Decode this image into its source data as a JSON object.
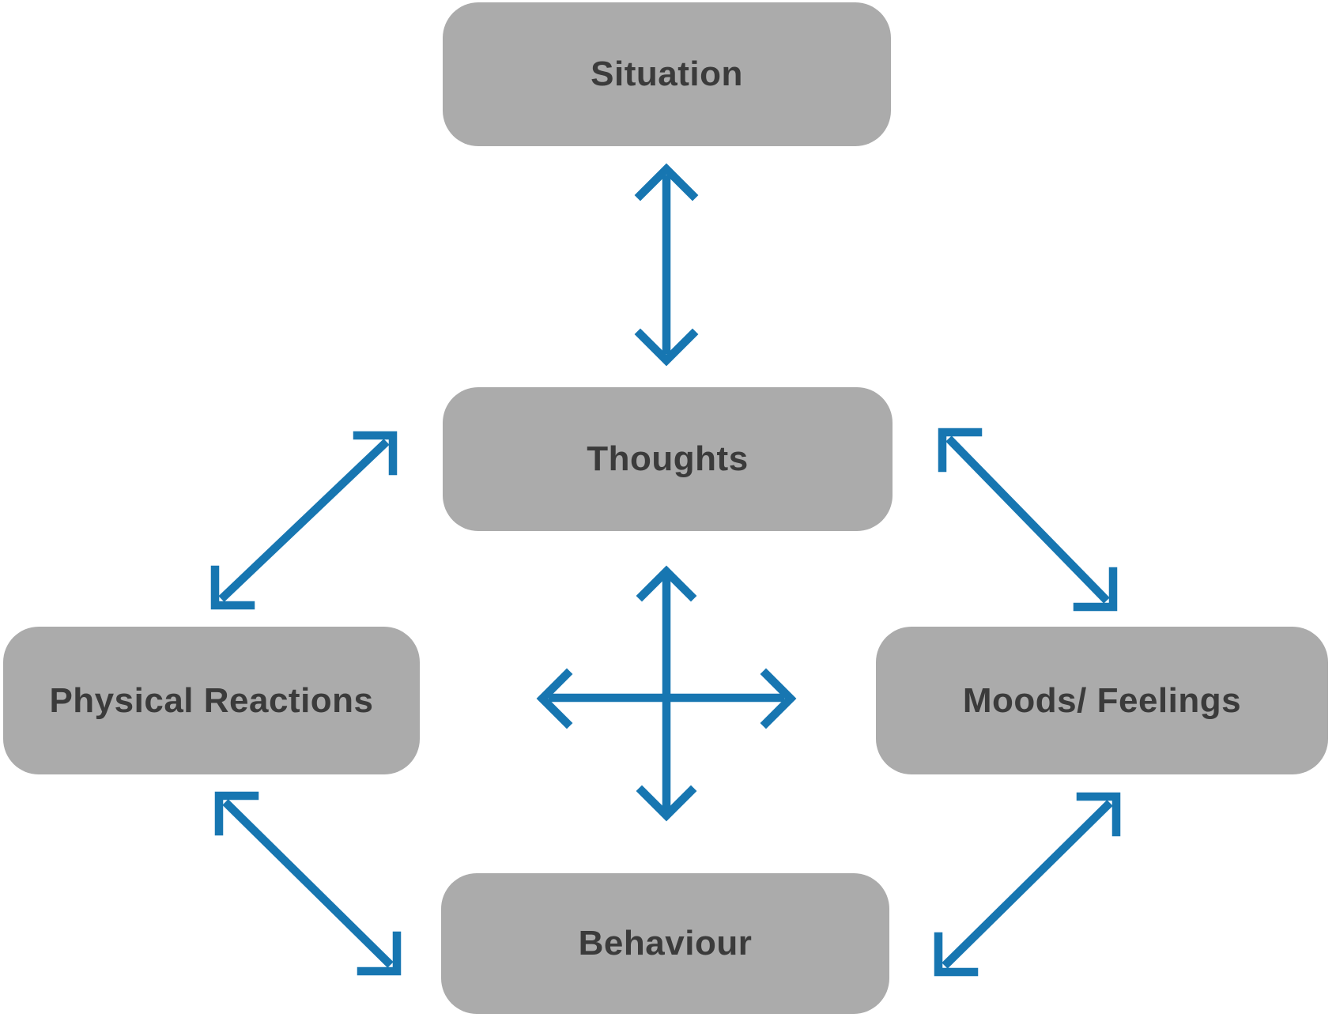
{
  "diagram": {
    "type": "cbt-five-part-model",
    "background": "#FFFFFF"
  },
  "nodes": {
    "situation": {
      "label": "Situation"
    },
    "thoughts": {
      "label": "Thoughts"
    },
    "physical": {
      "label": "Physical Reactions"
    },
    "moods": {
      "label": "Moods/ Feelings"
    },
    "behaviour": {
      "label": "Behaviour"
    }
  },
  "connections": [
    {
      "from": "situation",
      "to": "thoughts",
      "bidirectional": true,
      "style": "vertical-double-arrow"
    },
    {
      "from": "thoughts",
      "to": "physical-reactions",
      "bidirectional": true,
      "style": "diagonal-double-arrow"
    },
    {
      "from": "thoughts",
      "to": "moods-feelings",
      "bidirectional": true,
      "style": "diagonal-double-arrow"
    },
    {
      "from": "thoughts",
      "to": "behaviour",
      "bidirectional": true,
      "style": "center-cross-vertical"
    },
    {
      "from": "physical-reactions",
      "to": "moods-feelings",
      "bidirectional": true,
      "style": "center-cross-horizontal"
    },
    {
      "from": "physical-reactions",
      "to": "behaviour",
      "bidirectional": true,
      "style": "diagonal-double-arrow"
    },
    {
      "from": "moods-feelings",
      "to": "behaviour",
      "bidirectional": true,
      "style": "diagonal-double-arrow"
    }
  ],
  "colors": {
    "node_fill": "#ABABAB",
    "node_text": "#3B3B3B",
    "arrow": "#1776B1",
    "background": "#FFFFFF"
  }
}
